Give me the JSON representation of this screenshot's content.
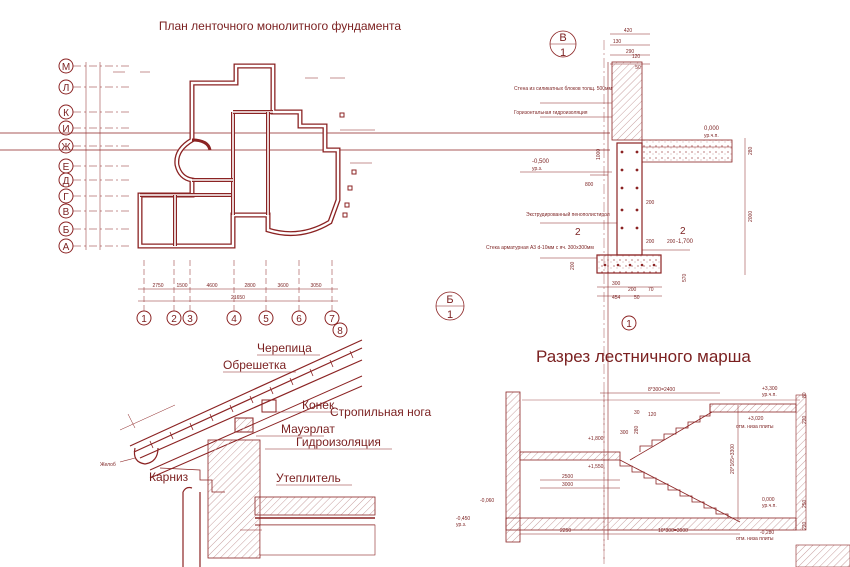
{
  "palette": {
    "line": "#8b2323",
    "text": "#7a1f1f",
    "hatch": "#c8a0a0",
    "background": "#ffffff"
  },
  "plan": {
    "title": "План ленточного монолитного фундамента",
    "row_axes": [
      "М",
      "Л",
      "К",
      "И",
      "Ж",
      "Е",
      "Д",
      "Г",
      "В",
      "Б",
      "А"
    ],
    "col_axes": [
      "1",
      "2",
      "3",
      "4",
      "5",
      "6",
      "7",
      "8"
    ],
    "dims_bottom": [
      "2750",
      "1500",
      "4600",
      "2800",
      "3600",
      "3050"
    ],
    "total_bottom": "21650"
  },
  "section_b": {
    "marker": {
      "top": "В",
      "bottom": "1"
    },
    "top_dims": [
      "420",
      "130",
      "290",
      "120",
      "50"
    ],
    "notes": {
      "wall": "Стена из силикатных блоков толщ. 500мм",
      "waterproof": "Горизонтальная гидроизоляция",
      "insulation": "Экструдированный пенополистирол",
      "rebar": "Стека арматурная А3 d-10мм с яч. 300х300мм"
    },
    "levels": {
      "floor": "0,000",
      "floor_note": "ур.ч.п.",
      "ground": "-0,500",
      "ground_note": "ур.з.",
      "bottom": "-1,700"
    },
    "dims": {
      "d800": "800",
      "d1000": "1000",
      "d200a": "200",
      "d200b": "200",
      "d200c": "200",
      "d2000": "2000",
      "d280": "280",
      "d200s": "200"
    },
    "bottom_dims": [
      "300",
      "200",
      "70",
      "454",
      "50",
      "570"
    ],
    "cut_labels": [
      "2",
      "2"
    ],
    "axis_label": "1"
  },
  "marker_b1": {
    "top": "Б",
    "bottom": "1"
  },
  "roof": {
    "labels": {
      "tile": "Черепица",
      "lath": "Обрешетка",
      "ridge": "Конек",
      "rafter": "Стропильная нога",
      "plate": "Мауэрлат",
      "waterproof": "Гидроизоляция",
      "cornice": "Карниз",
      "gutter": "Желоб",
      "insulation": "Утеплитель"
    }
  },
  "stair": {
    "title": "Разрез лестничного марша",
    "levels": {
      "top": "+3,300",
      "top_note": "ур.ч.п.",
      "slab_top": "+3,020",
      "slab_top_note": "отм. низа плиты",
      "landing": "+1,800",
      "mid": "+1,550",
      "zero": "0,000",
      "zero_note": "ур.ч.п.",
      "under": "-0,280",
      "under_note": "отм. низа плиты",
      "ground": "-0,060",
      "ground2": "-0,450",
      "ground2_note": "ур.з."
    },
    "dims": {
      "top": "8*300=2400",
      "riser": "20*165=3300",
      "d2500": "2500",
      "d3000": "3000",
      "d2250": "2250",
      "bottom_run": "10*300=3000",
      "d80": "80",
      "d220": "220",
      "d30": "30",
      "d300": "300",
      "d120": "120",
      "d280": "280",
      "d250": "250",
      "d220b": "220"
    }
  }
}
